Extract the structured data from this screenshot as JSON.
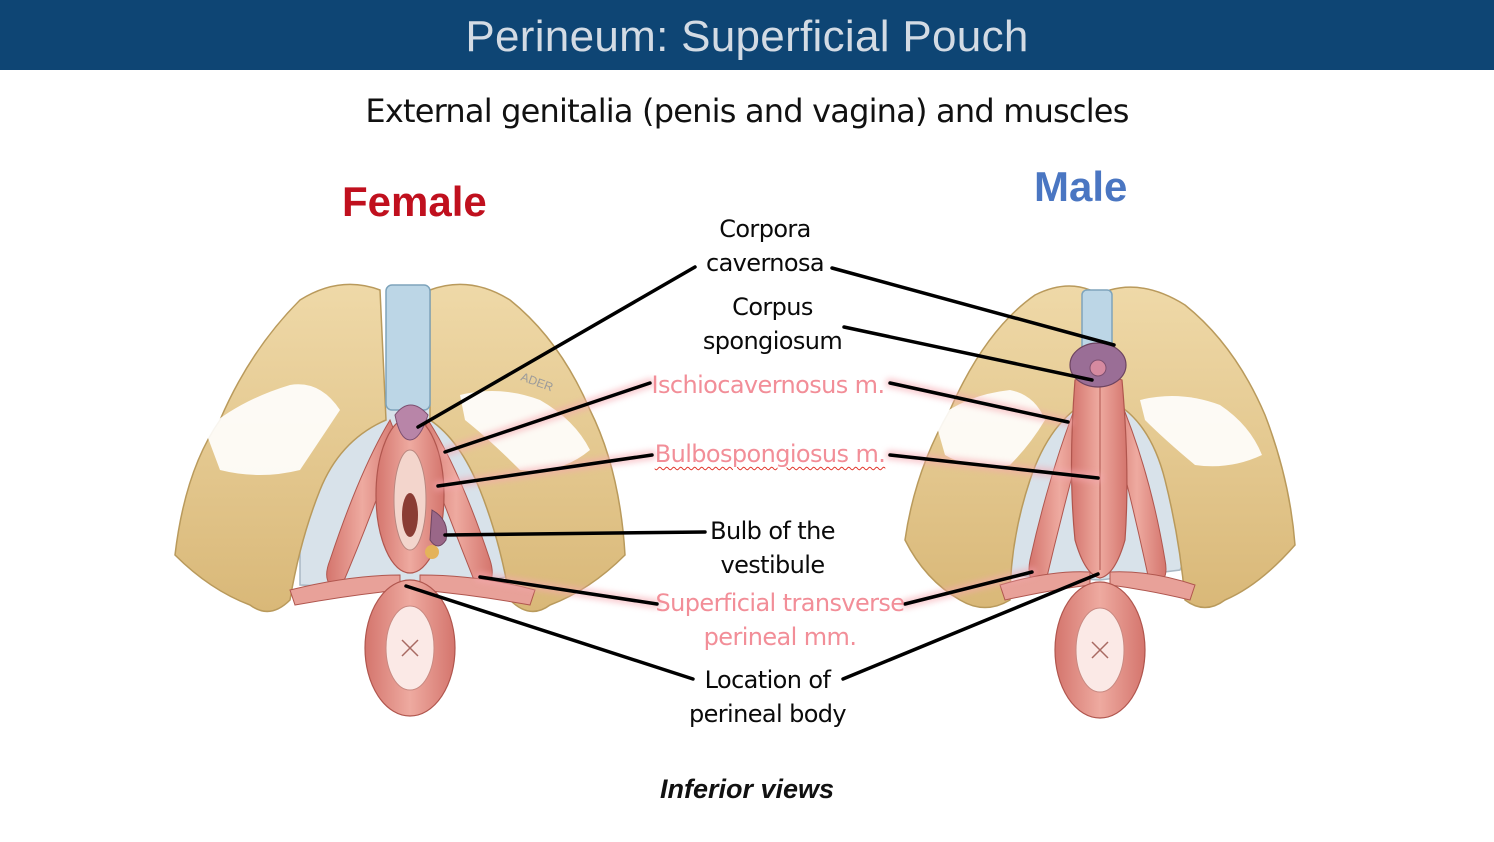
{
  "title": "Perineum: Superficial Pouch",
  "subtitle": "External genitalia (penis and vagina) and muscles",
  "sides": {
    "female": "Female",
    "male": "Male"
  },
  "labels": {
    "corpora_cavernosa": [
      "Corpora",
      "cavernosa"
    ],
    "corpus_spongiosum": [
      "Corpus",
      "spongiosum"
    ],
    "ischiocavernosus": "Ischiocavernosus m.",
    "bulbospongiosus": "Bulbospongiosus m.",
    "bulb_of_vestibule": [
      "Bulb of the",
      "vestibule"
    ],
    "superficial_transverse": [
      "Superficial transverse",
      "perineal mm."
    ],
    "perineal_body": [
      "Location of",
      "perineal body"
    ]
  },
  "caption": "Inferior views",
  "watermark_text": "ADER",
  "colors": {
    "header_bg": "#0e4574",
    "header_text": "#d3dbe4",
    "female": "#c0101e",
    "male": "#4a76c2",
    "muscle_label": "#f28e98",
    "bone": "#e6cc96",
    "muscle": "#e0928a"
  }
}
